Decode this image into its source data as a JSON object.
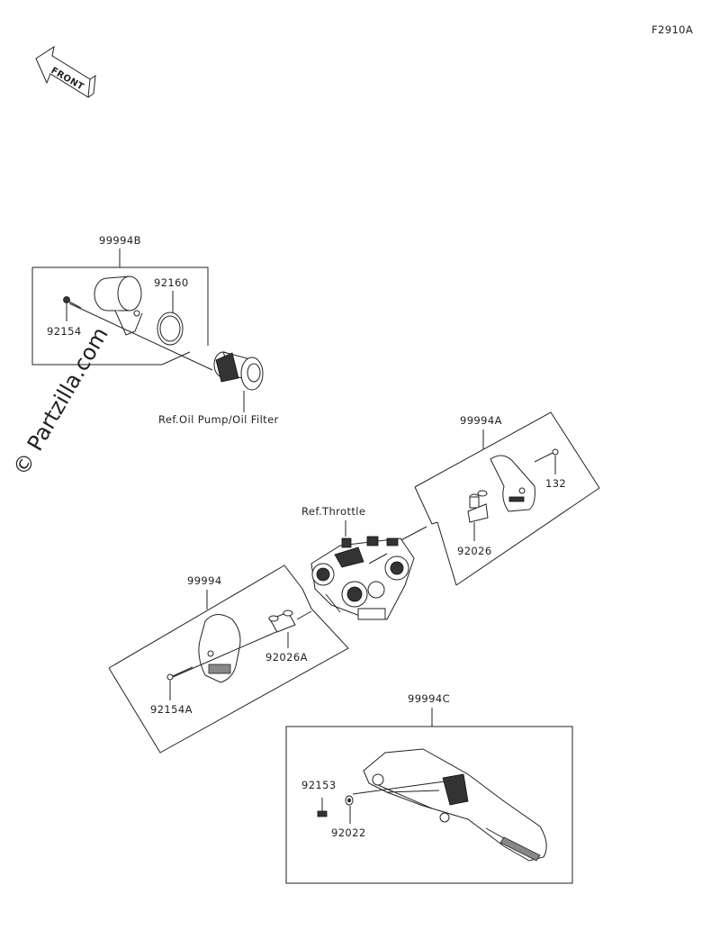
{
  "diagram_id": "F2910A",
  "front_label": "FRONT",
  "watermark": "© Partzilla.com",
  "labels": {
    "kit_b": "99994B",
    "bolt_b": "92154",
    "ring_b": "92160",
    "ref_oil": "Ref.Oil Pump/Oil Filter",
    "kit_a": "99994A",
    "bolt_a": "132",
    "spacer_a": "92026",
    "ref_throttle": "Ref.Throttle",
    "kit": "99994",
    "spacer": "92026A",
    "bolt": "92154A",
    "kit_c": "99994C",
    "bolt_c": "92153",
    "washer_c": "92022"
  }
}
